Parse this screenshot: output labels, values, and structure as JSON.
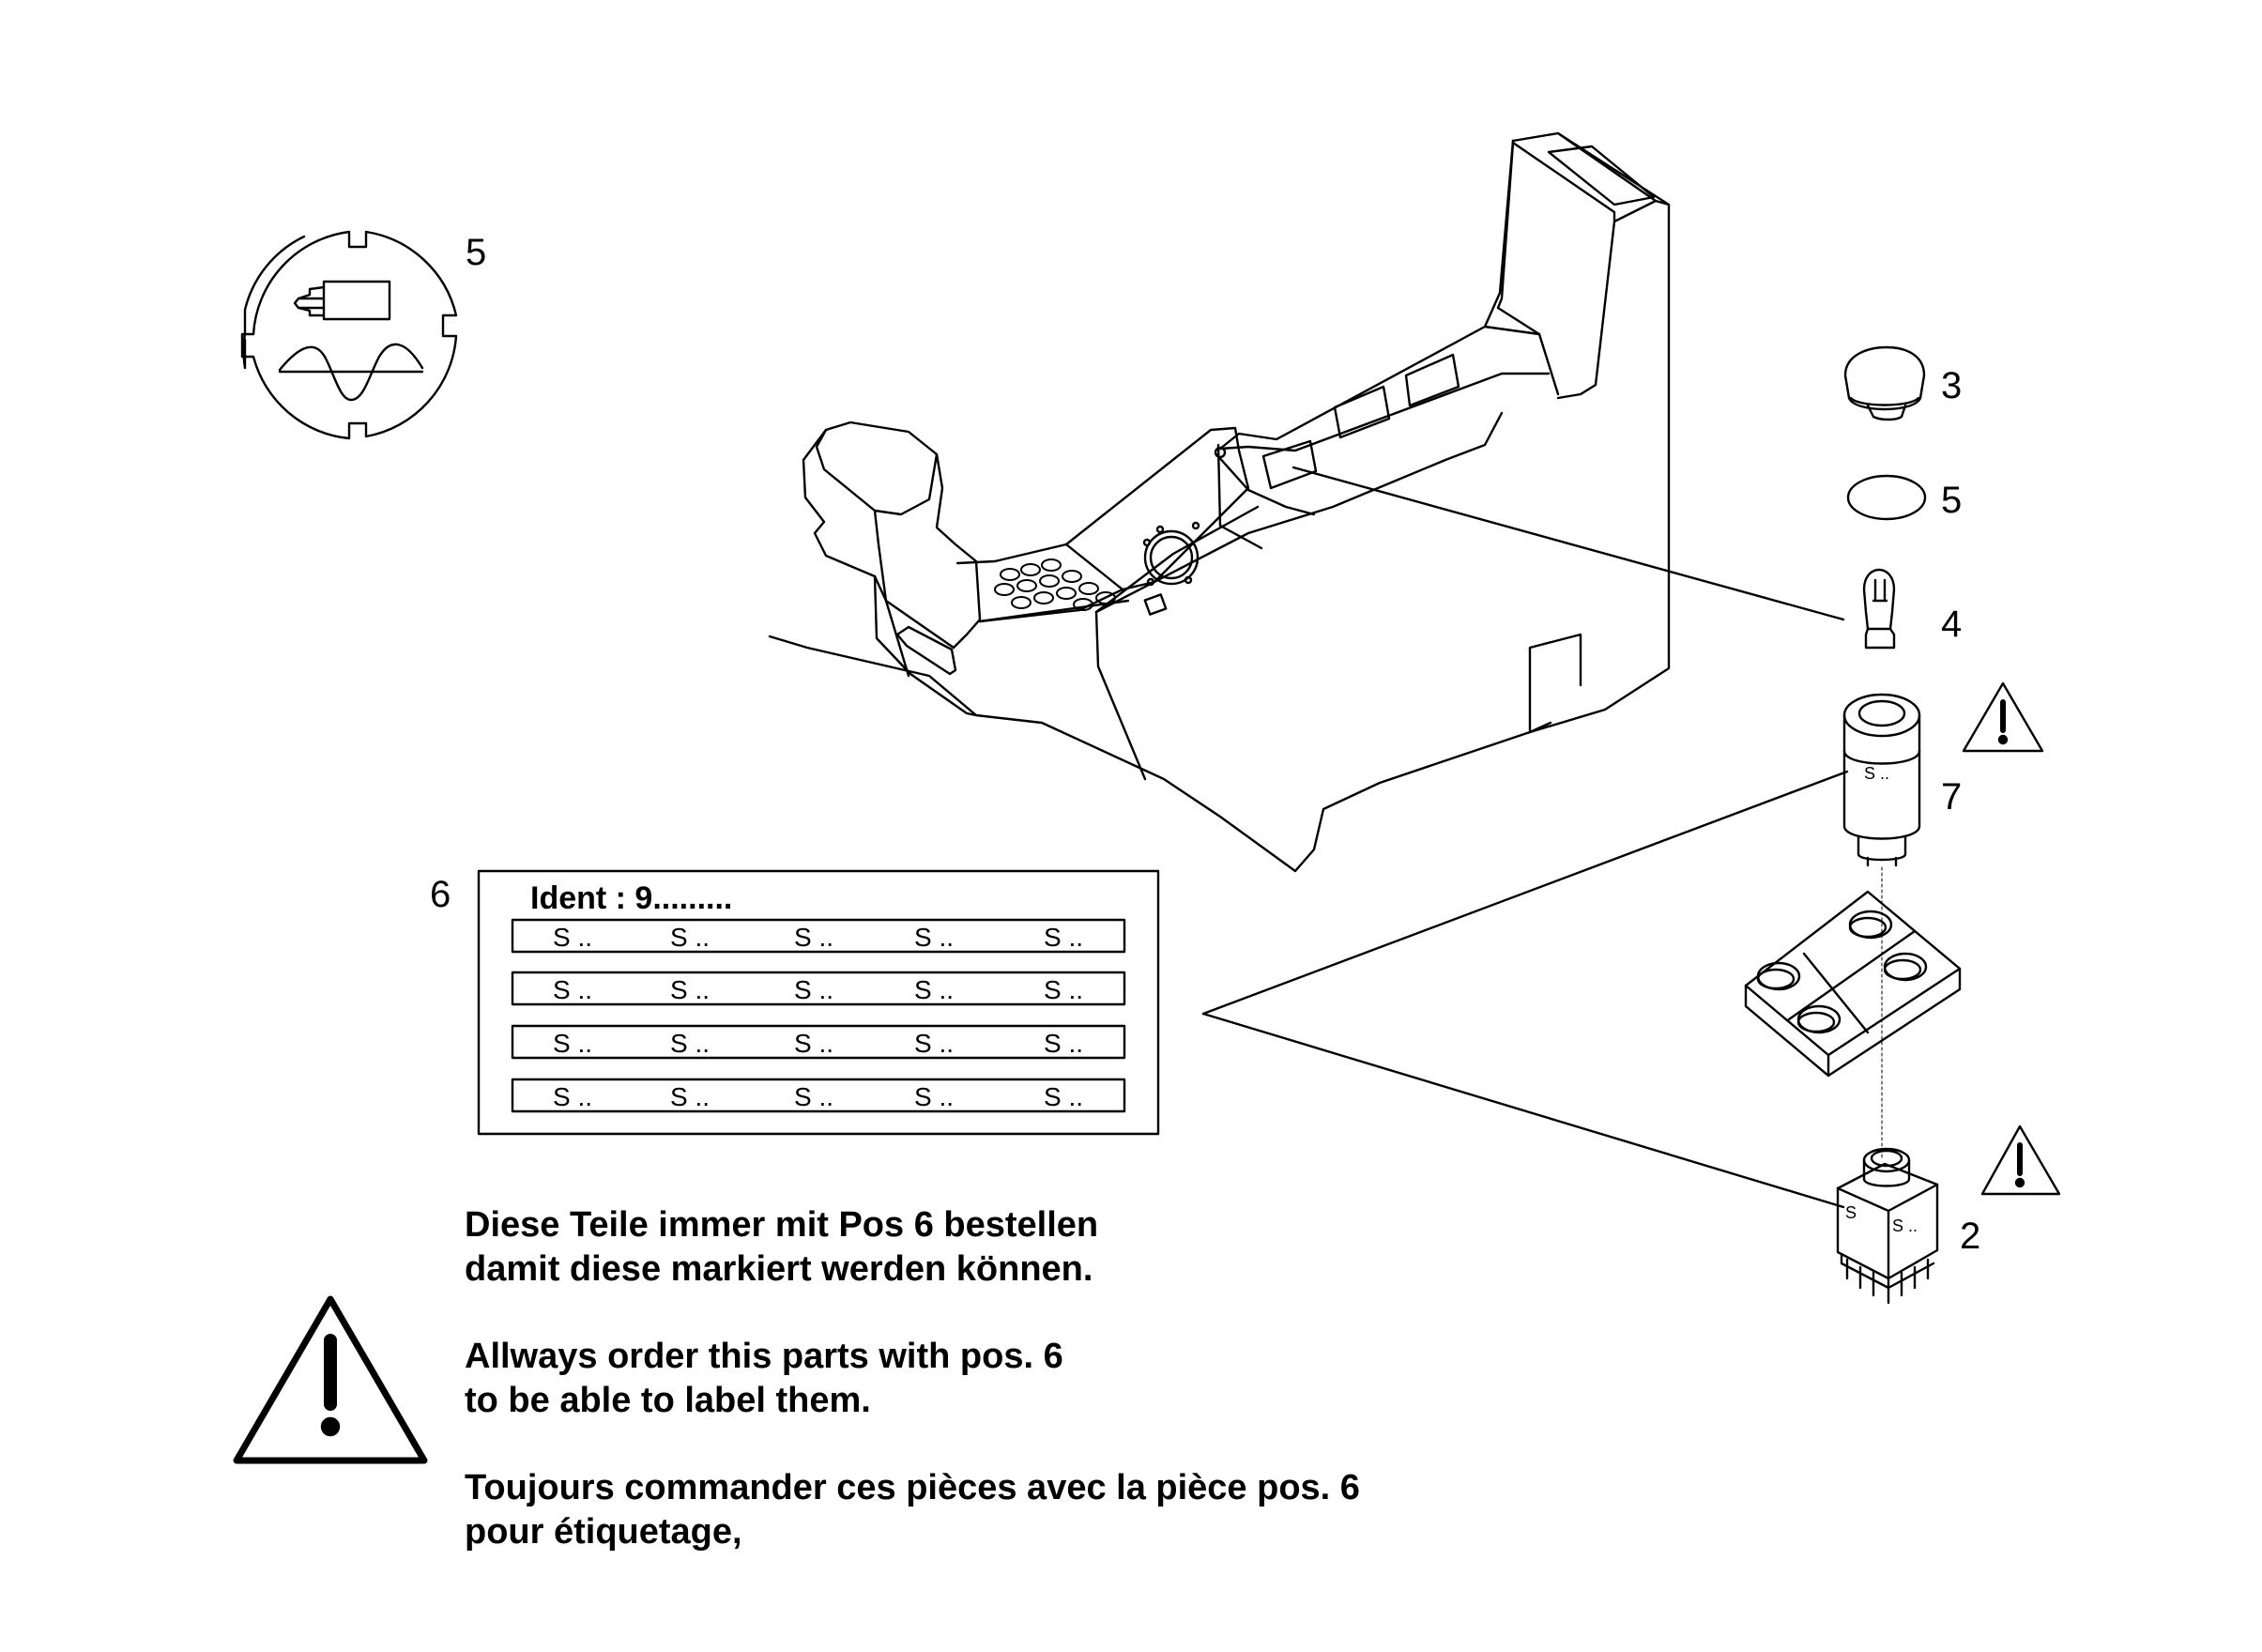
{
  "callouts": {
    "p5_circle": "5",
    "p3": "3",
    "p5_ring": "5",
    "p4": "4",
    "p7": "7",
    "p6": "6",
    "p2": "2"
  },
  "label_sheet": {
    "ident": "Ident : 9.........",
    "rows": [
      [
        "S ..",
        "S ..",
        "S ..",
        "S ..",
        "S .."
      ],
      [
        "S ..",
        "S ..",
        "S ..",
        "S ..",
        "S .."
      ],
      [
        "S ..",
        "S ..",
        "S ..",
        "S ..",
        "S .."
      ],
      [
        "S ..",
        "S ..",
        "S ..",
        "S ..",
        "S .."
      ]
    ]
  },
  "part_marks": {
    "switch7": "S ..",
    "switch2_a": "S",
    "switch2_b": "S .."
  },
  "notes": {
    "de": [
      "Diese Teile immer mit Pos  6 bestellen",
      "damit diese markiert werden können."
    ],
    "en": [
      "Allways order this parts with pos. 6",
      "to be able to label them."
    ],
    "fr": [
      "Toujours commander ces pièces avec la pièce pos. 6",
      "pour étiquetage,"
    ]
  }
}
